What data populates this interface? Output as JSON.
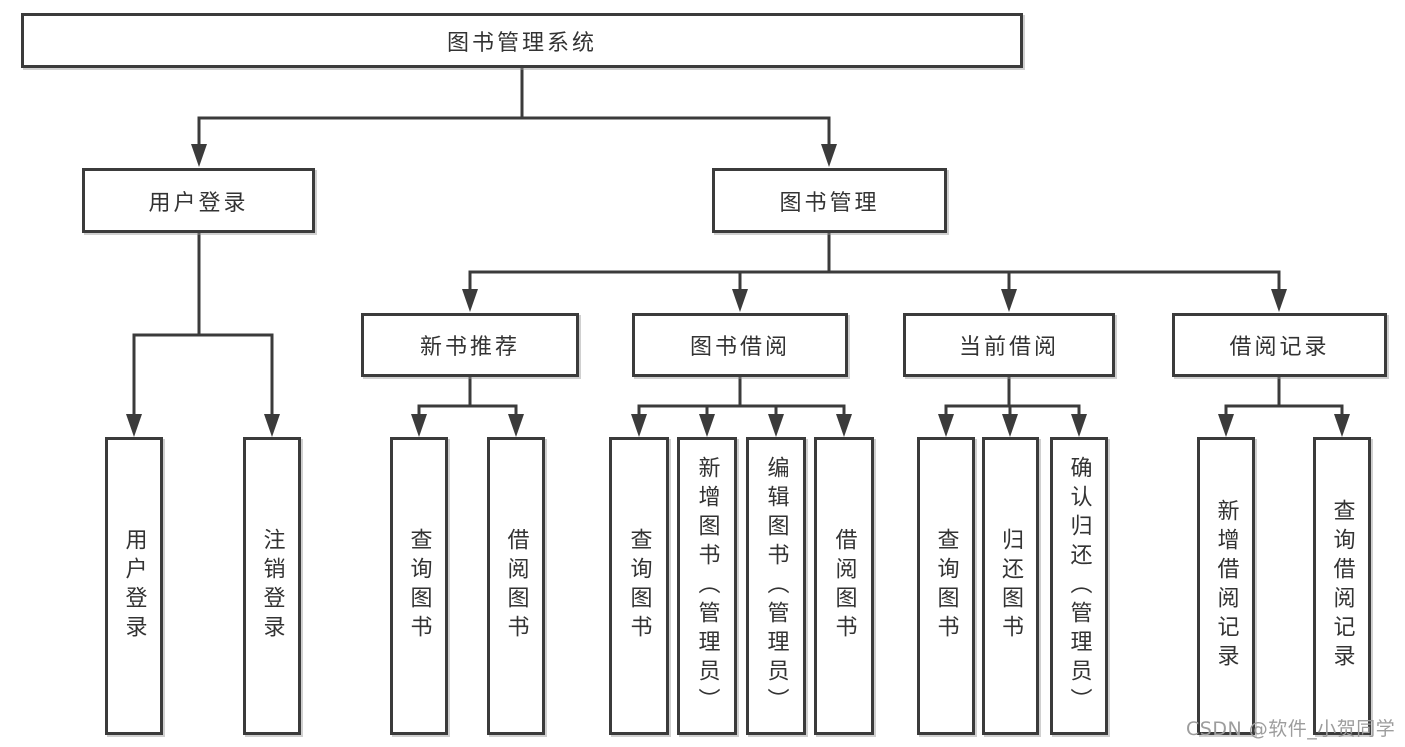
{
  "diagram": {
    "root": {
      "label": "图书管理系统",
      "children": [
        {
          "label": "用户登录",
          "children": [
            {
              "label": "用户登录"
            },
            {
              "label": "注销登录"
            }
          ]
        },
        {
          "label": "图书管理",
          "children": [
            {
              "label": "新书推荐",
              "children": [
                {
                  "label": "查询图书"
                },
                {
                  "label": "借阅图书"
                }
              ]
            },
            {
              "label": "图书借阅",
              "children": [
                {
                  "label": "查询图书"
                },
                {
                  "label": "新增图书（管理员）"
                },
                {
                  "label": "编辑图书（管理员）"
                },
                {
                  "label": "借阅图书"
                }
              ]
            },
            {
              "label": "当前借阅",
              "children": [
                {
                  "label": "查询图书"
                },
                {
                  "label": "归还图书"
                },
                {
                  "label": "确认归还（管理员）"
                }
              ]
            },
            {
              "label": "借阅记录",
              "children": [
                {
                  "label": "新增借阅记录"
                },
                {
                  "label": "查询借阅记录"
                }
              ]
            }
          ]
        }
      ]
    }
  },
  "watermark": {
    "text": "CSDN @软件_小贺同学"
  },
  "colors": {
    "line": "#3b3b3b",
    "text": "#333333",
    "background": "#ffffff",
    "watermark": "#9d9d9d"
  }
}
